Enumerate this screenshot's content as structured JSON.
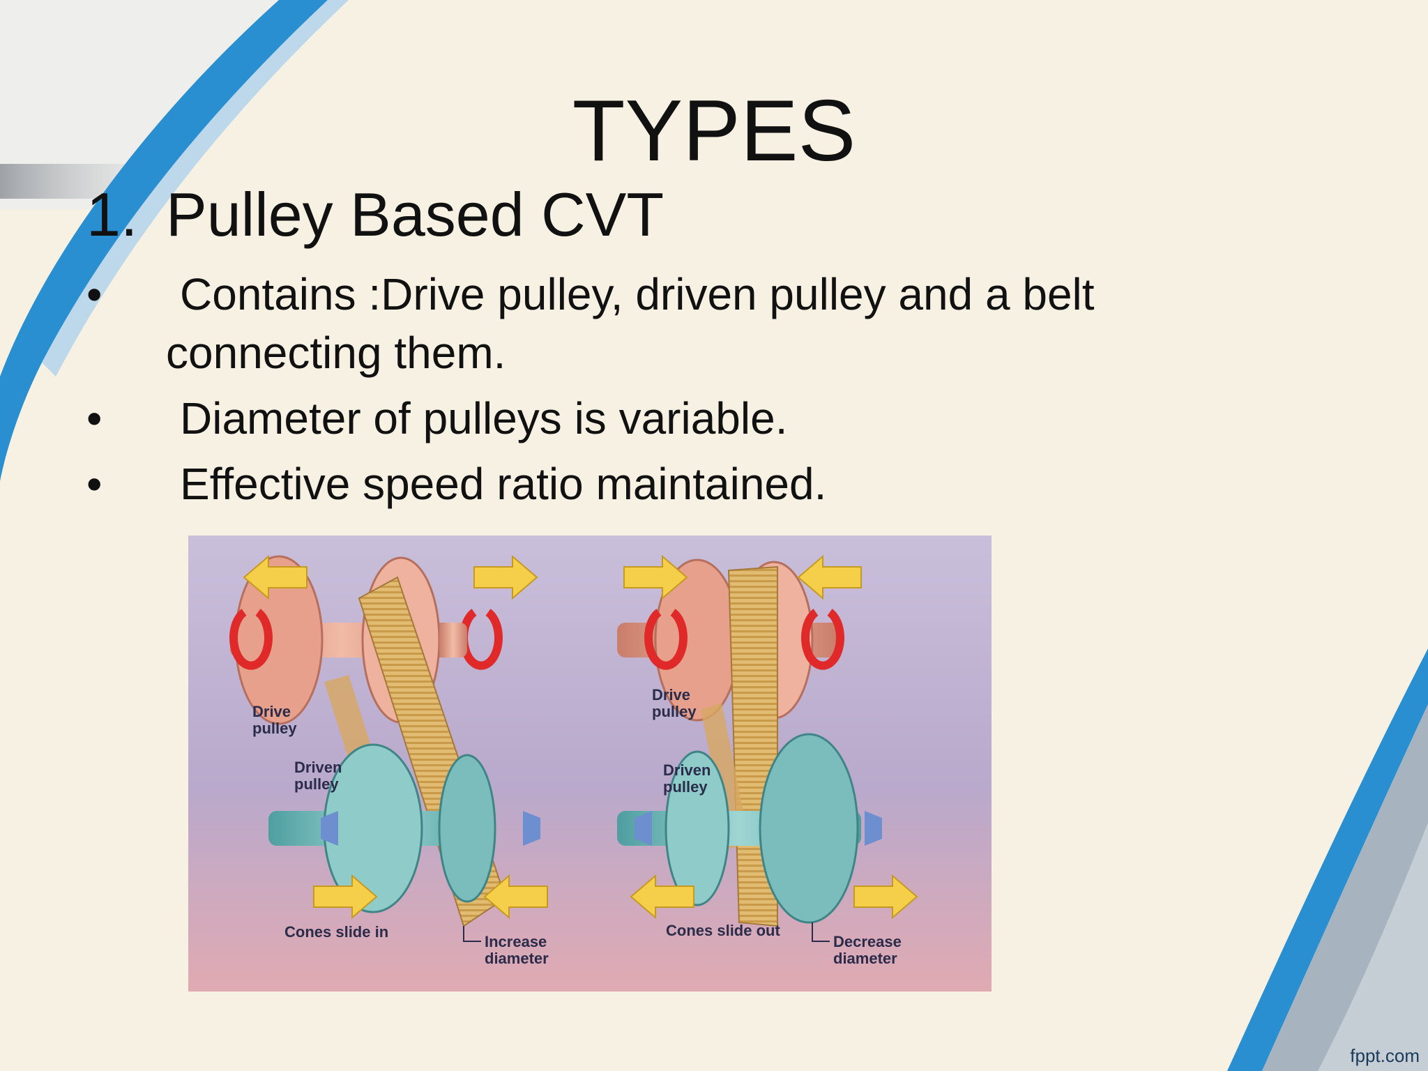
{
  "slide": {
    "title": "TYPES",
    "heading_number": "1.",
    "heading_text": "Pulley Based CVT",
    "bullet_symbol": "•",
    "bullets": [
      "Contains :Drive pulley, driven pulley and a belt connecting them.",
      "Diameter of pulleys is variable.",
      "Effective speed ratio maintained."
    ]
  },
  "figure": {
    "left_panel": {
      "drive_label_1": "Drive",
      "drive_label_2": "pulley",
      "driven_label_1": "Driven",
      "driven_label_2": "pulley",
      "cones_label": "Cones slide in",
      "diameter_label_1": "Increase",
      "diameter_label_2": "diameter"
    },
    "right_panel": {
      "drive_label_1": "Drive",
      "drive_label_2": "pulley",
      "driven_label_1": "Driven",
      "driven_label_2": "pulley",
      "cones_label": "Cones slide out",
      "diameter_label_1": "Decrease",
      "diameter_label_2": "diameter"
    }
  },
  "footer": {
    "brand": "fppt.com"
  },
  "colors": {
    "background": "#f6f1e3",
    "swoosh_blue": "#2a8fd0",
    "text": "#111111"
  }
}
